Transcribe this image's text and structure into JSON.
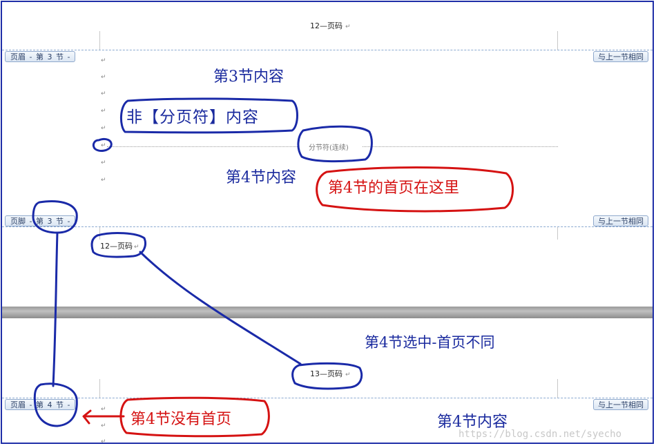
{
  "top_header": {
    "page_code": "12—页码"
  },
  "section3": {
    "header_tab": {
      "label": "页眉",
      "sep1": "-",
      "section_word": "第",
      "number": "3",
      "unit": "节",
      "sep2": "-"
    },
    "link_prev": "与上一节相同",
    "content_label": "第3节内容",
    "note_non_page_break": "非【分页符】内容",
    "section_break": "分节符(连续)",
    "footer_tab": {
      "label": "页脚",
      "sep1": "-",
      "section_word": "第",
      "number": "3",
      "unit": "节",
      "sep2": "-"
    },
    "footer_link_prev": "与上一节相同",
    "footer_page_code": "12—页码"
  },
  "section4": {
    "content_label": "第4节内容",
    "first_page_note": "第4节的首页在这里",
    "selected_note": "第4节选中-首页不同",
    "header_page_code": "13—页码",
    "header_tab": {
      "label": "页眉",
      "sep1": "-",
      "section_word": "第",
      "number": "4",
      "unit": "节",
      "sep2": "-"
    },
    "link_prev": "与上一节相同",
    "no_first_page_note": "第4节没有首页",
    "content_label_bottom": "第4节内容"
  },
  "marks": {
    "paragraph": "↵"
  },
  "watermark": "https://blog.csdn.net/syecho",
  "colors": {
    "annotation_blue": "#1a2aa8",
    "annotation_red": "#d51212",
    "tab_border": "#8ea8cc"
  }
}
